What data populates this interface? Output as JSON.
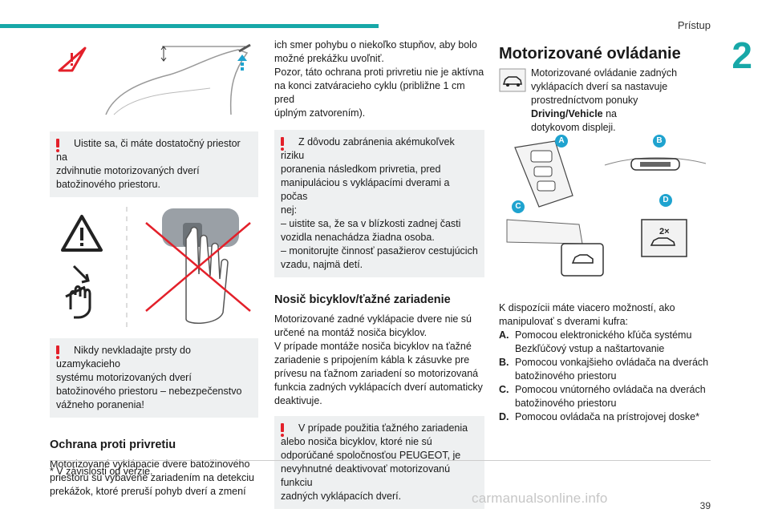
{
  "header": {
    "section": "Prístup",
    "chapter": "2"
  },
  "col1": {
    "warning1": "Uistite sa, či máte dostatočný priestor na\nzdvihnutie motorizovaných dverí\nbatožinového priestoru.",
    "warning2": "Nikdy nevkladajte prsty do uzamykacieho\nsystému motorizovaných dverí\nbatožinového priestoru – nebezpečenstvo\nvážneho poranenia!",
    "heading": "Ochrana proti privretiu",
    "body": "Motorizované vyklápacie dvere batožinového\npriestoru sú vybavené zariadením na detekciu\nprekážok, ktoré preruší pohyb dverí a zmení"
  },
  "col2": {
    "body1": "ich smer pohybu o niekoľko stupňov, aby bolo\nmožné prekážku uvoľniť.\nPozor, táto ochrana proti privretiu nie je aktívna\nna konci zatváracieho cyklu (približne 1 cm pred\núplným zatvorením).",
    "warning1": "Z dôvodu zabránenia akémukoľvek riziku\nporanenia následkom privretia, pred\nmanipuláciou s vyklápacími dverami a počas\nnej:\n– uistite sa, že sa v blízkosti zadnej časti\nvozidla nenachádza žiadna osoba.\n– monitorujte činnosť pasažierov cestujúcich\nvzadu, najmä detí.",
    "heading": "Nosič bicyklov/ťažné zariadenie",
    "body2": "Motorizované zadné vyklápacie dvere nie sú\nurčené na montáž nosiča bicyklov.\nV prípade montáže nosiča bicyklov na ťažné\nzariadenie s pripojením kábla k zásuvke pre\nprívesu na ťažnom zariadení so motorizovaná\nfunkcia zadných vyklápacích dverí automaticky\ndeaktivuje.",
    "warning2": "V prípade použitia ťažného zariadenia\nalebo nosiča bicyklov, ktoré nie sú\nodporúčané spoločnosťou PEUGEOT, je\nnevyhnutné deaktivovať motorizovanú funkciu\nzadných vyklápacích dverí."
  },
  "col3": {
    "heading": "Motorizované ovládanie",
    "intro_a": "Motorizované ovládanie zadných\nvyklápacích dverí sa nastavuje\nprostredníctvom ponuky ",
    "intro_bold": "Driving/Vehicle",
    "intro_b": " na\ndotykovom displeji.",
    "diagram_labels": [
      "A",
      "B",
      "C",
      "D"
    ],
    "display_text": "2×",
    "options_intro": "K dispozícii máte viacero možností, ako\nmanipulovať s dverami kufra:",
    "options": [
      {
        "letter": "A.",
        "text": "Pomocou elektronického kľúča systému\nBezkľúčový vstup a naštartovanie"
      },
      {
        "letter": "B.",
        "text": "Pomocou vonkajšieho ovládača na dverách\nbatožinového priestoru"
      },
      {
        "letter": "C.",
        "text": "Pomocou vnútorného ovládača na dverách\nbatožinového priestoru"
      },
      {
        "letter": "D.",
        "text": "Pomocou ovládača na prístrojovej doske*"
      }
    ]
  },
  "footer": {
    "footnote": "* V závislosti od verzie.",
    "page": "39",
    "watermark": "carmanualsonline.info"
  },
  "colors": {
    "accent": "#17a8a8",
    "warning": "#e3202a",
    "badge": "#1fa3cf"
  }
}
